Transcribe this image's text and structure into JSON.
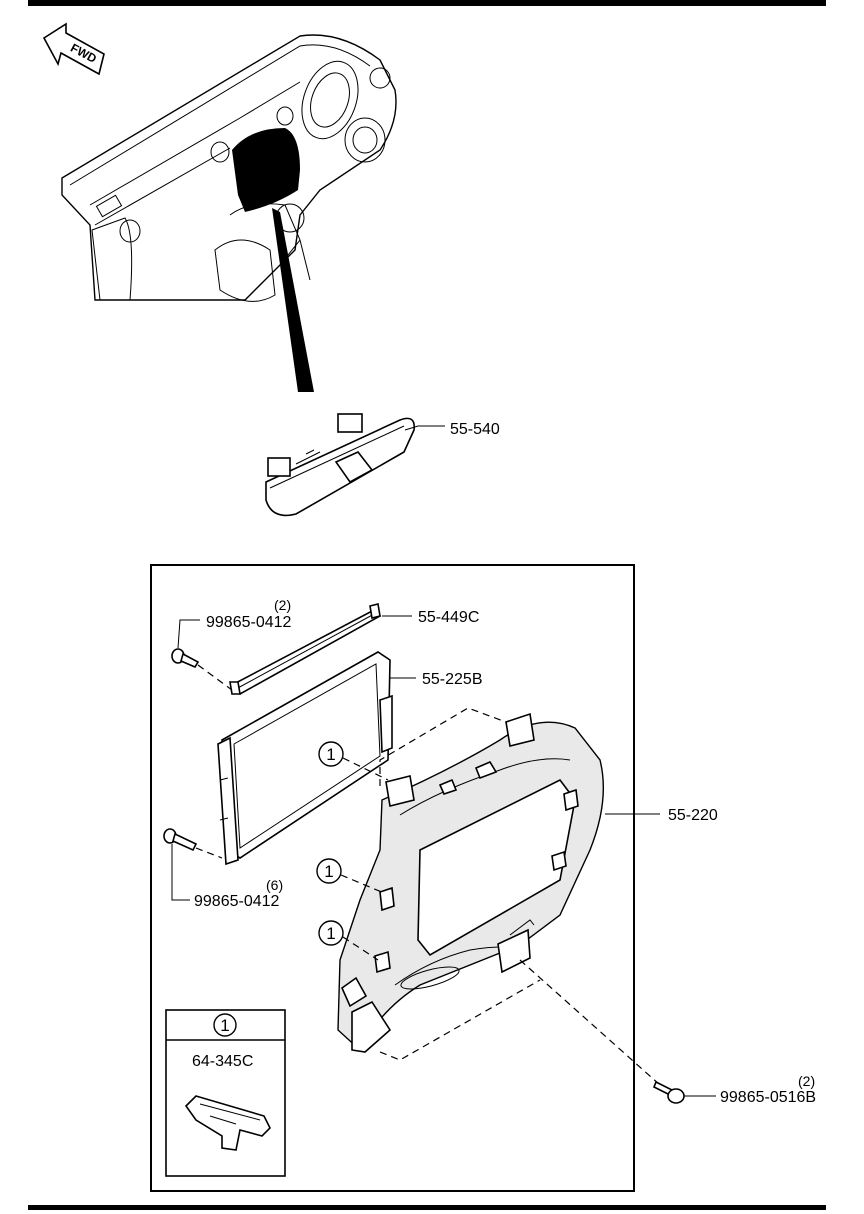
{
  "direction_marker": {
    "text": "FWD",
    "icon": "fwd-arrow-icon"
  },
  "parts": {
    "p55540": "55-540",
    "p55449c": "55-449C",
    "p55225b": "55-225B",
    "p55220": "55-220",
    "screw_top": {
      "number": "99865-0412",
      "qty": "(2)"
    },
    "screw_side": {
      "number": "99865-0412",
      "qty": "(6)"
    },
    "screw_bottom": {
      "number": "99865-0516B",
      "qty": "(2)"
    }
  },
  "callouts": {
    "ref1": "1"
  },
  "legend_box": {
    "ref": "1",
    "part": "64-345C"
  }
}
